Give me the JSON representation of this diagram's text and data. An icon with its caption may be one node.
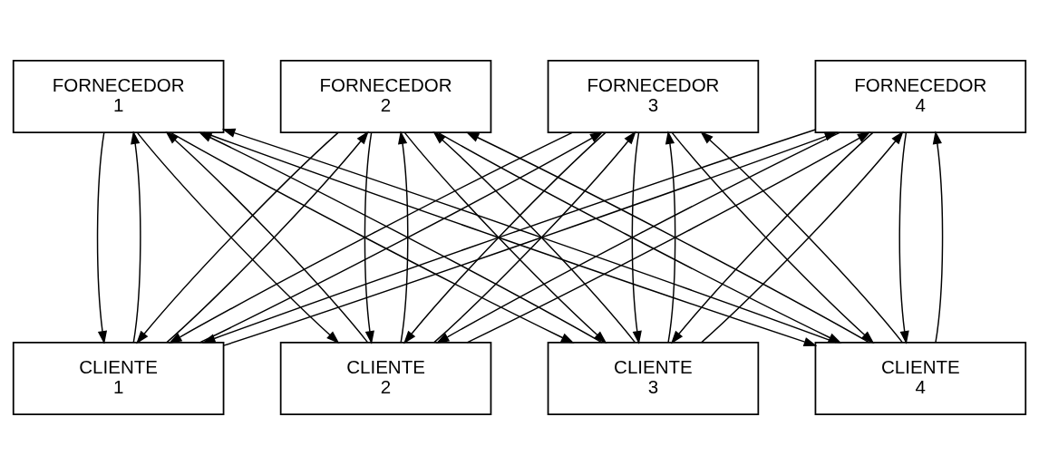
{
  "diagram": {
    "nodes": [
      {
        "text": [
          "FORNECEDOR 1"
        ]
      },
      {
        "text": [
          "FORNECEDOR 2"
        ]
      },
      {
        "text": [
          "FORNECEDOR 3"
        ]
      },
      {
        "text": [
          "FORNECEDOR 4"
        ]
      },
      {
        "text": [
          "CLIENTE 1"
        ]
      },
      {
        "text": [
          "CLIENTE 2"
        ]
      },
      {
        "text": [
          "CLIENTE 3"
        ]
      },
      {
        "text": [
          "CLIENTE 4"
        ]
      }
    ],
    "edges": [
      {
        "from": 0,
        "to": 4,
        "arrow": "to"
      },
      {
        "from": 0,
        "to": 5,
        "arrow": "to"
      },
      {
        "from": 0,
        "to": 6,
        "arrow": "to"
      },
      {
        "from": 0,
        "to": 7,
        "arrow": "to"
      },
      {
        "from": 1,
        "to": 4,
        "arrow": "to"
      },
      {
        "from": 1,
        "to": 5,
        "arrow": "to"
      },
      {
        "from": 1,
        "to": 6,
        "arrow": "to"
      },
      {
        "from": 1,
        "to": 7,
        "arrow": "to"
      },
      {
        "from": 2,
        "to": 4,
        "arrow": "to"
      },
      {
        "from": 2,
        "to": 5,
        "arrow": "to"
      },
      {
        "from": 2,
        "to": 6,
        "arrow": "to"
      },
      {
        "from": 2,
        "to": 7,
        "arrow": "to"
      },
      {
        "from": 3,
        "to": 4,
        "arrow": "to"
      },
      {
        "from": 3,
        "to": 5,
        "arrow": "to"
      },
      {
        "from": 3,
        "to": 6,
        "arrow": "to"
      },
      {
        "from": 3,
        "to": 7,
        "arrow": "to"
      },
      {
        "from": 4,
        "to": 0,
        "arrow": "to"
      },
      {
        "from": 4,
        "to": 1,
        "arrow": "to"
      },
      {
        "from": 4,
        "to": 2,
        "arrow": "to"
      },
      {
        "from": 4,
        "to": 3,
        "arrow": "to"
      },
      {
        "from": 5,
        "to": 0,
        "arrow": "to"
      },
      {
        "from": 5,
        "to": 1,
        "arrow": "to"
      },
      {
        "from": 5,
        "to": 2,
        "arrow": "to"
      },
      {
        "from": 5,
        "to": 3,
        "arrow": "to"
      },
      {
        "from": 6,
        "to": 0,
        "arrow": "to"
      },
      {
        "from": 6,
        "to": 1,
        "arrow": "to"
      },
      {
        "from": 6,
        "to": 2,
        "arrow": "to"
      },
      {
        "from": 6,
        "to": 3,
        "arrow": "to"
      },
      {
        "from": 7,
        "to": 0,
        "arrow": "to"
      },
      {
        "from": 7,
        "to": 1,
        "arrow": "to"
      },
      {
        "from": 7,
        "to": 2,
        "arrow": "to"
      },
      {
        "from": 7,
        "to": 3,
        "arrow": "to"
      }
    ]
  }
}
